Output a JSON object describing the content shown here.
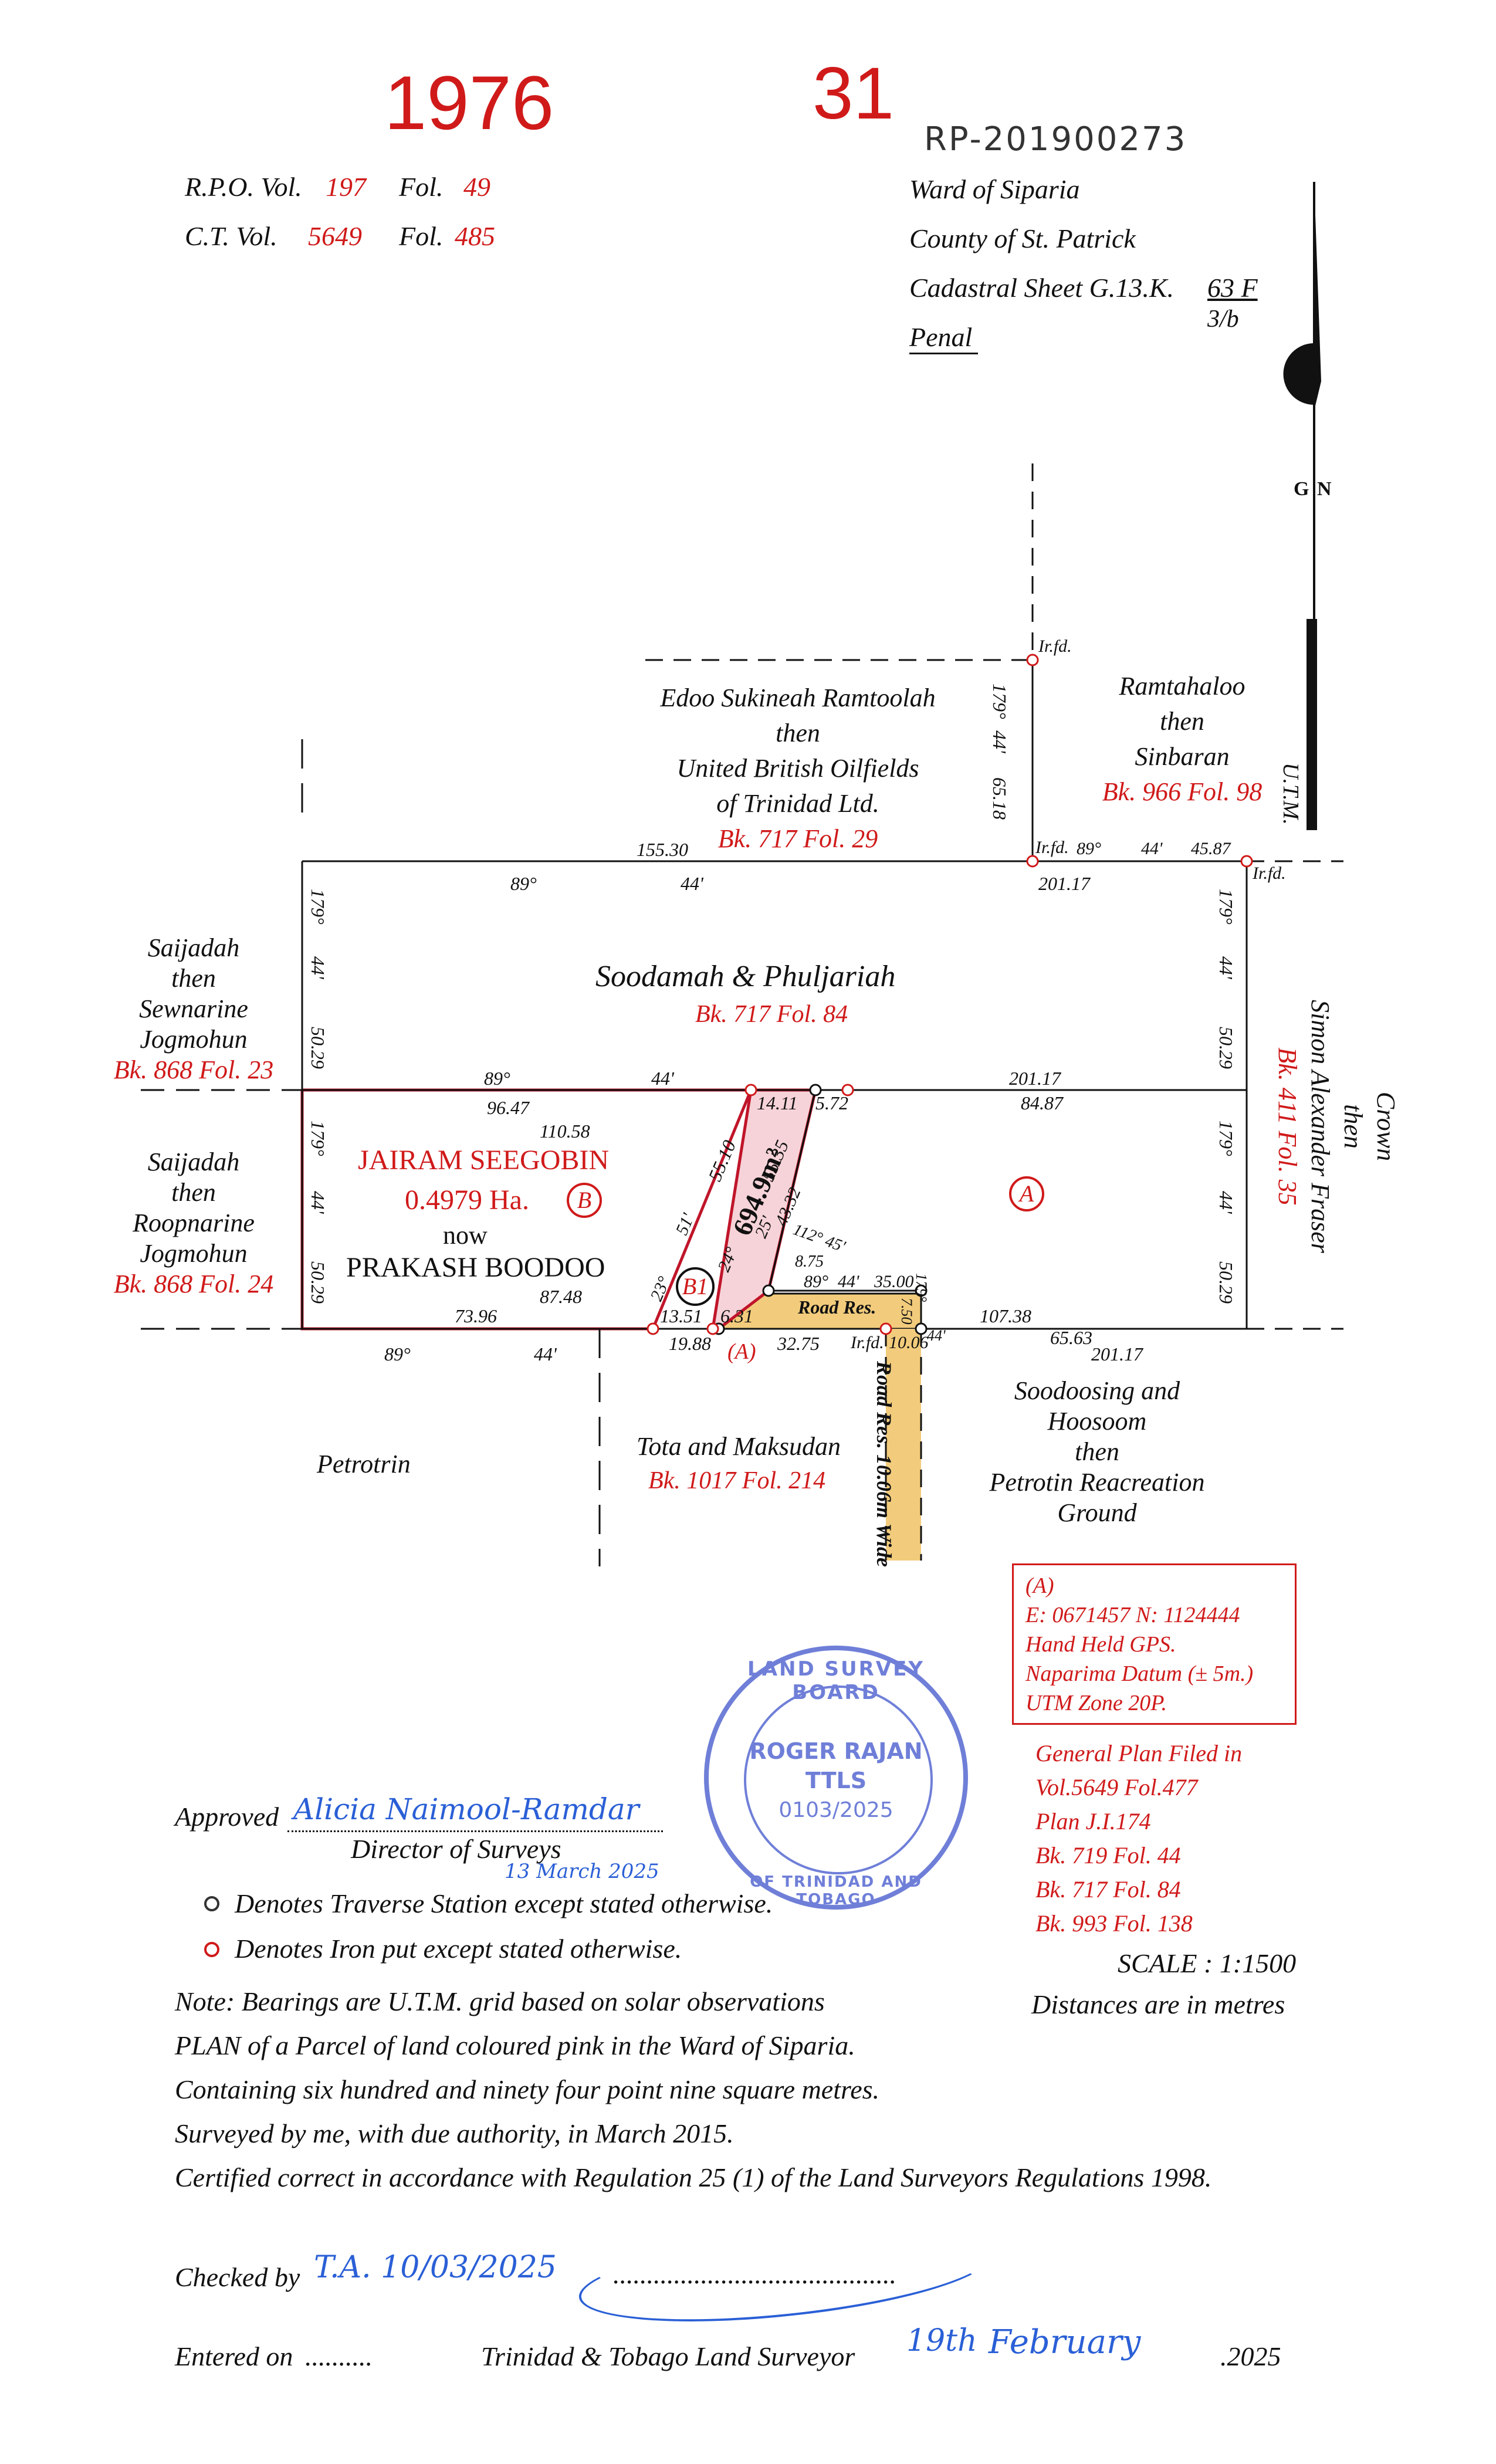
{
  "stamp_top": {
    "number_left": "1976",
    "number_right": "31",
    "handwritten_ref": "RP-201900273"
  },
  "header_left": {
    "rpo_label": "R.P.O. Vol.",
    "rpo_vol": "197",
    "rpo_fol_label": "Fol.",
    "rpo_fol": "49",
    "ct_label": "C.T. Vol.",
    "ct_vol": "5649",
    "ct_fol_label": "Fol.",
    "ct_fol": "485"
  },
  "header_right": {
    "ward": "Ward of Siparia",
    "county": "County of St. Patrick",
    "sheet_label": "Cadastral Sheet G.13.K.",
    "sheet_num": "63 F",
    "sheet_sub": "3/b",
    "place": "Penal"
  },
  "north": {
    "gn": "G",
    "n": "N",
    "utm": "U.T.M."
  },
  "owners": {
    "north": [
      "Edoo Sukineah Ramtoolah",
      "then",
      "United British Oilfields",
      "of Trinidad Ltd."
    ],
    "north_ref": "Bk. 717 Fol. 29",
    "ne": [
      "Ramtahaloo",
      "then",
      "Sinbaran"
    ],
    "ne_ref": "Bk. 966 Fol. 98",
    "w1": [
      "Saijadah",
      "then",
      "Sewnarine",
      "Jogmohun"
    ],
    "w1_ref": "Bk. 868 Fol. 23",
    "w2": [
      "Saijadah",
      "then",
      "Roopnarine",
      "Jogmohun"
    ],
    "w2_ref": "Bk. 868 Fol. 24",
    "east": [
      "Crown",
      "then",
      "Simon Alexander Fraser"
    ],
    "east_ref": "Bk. 411 Fol. 35",
    "middle": "Soodamah  &  Phuljariah",
    "middle_ref": "Bk. 717 Fol. 84",
    "jairam": "JAIRAM SEEGOBIN",
    "jairam_area": "0.4979 Ha.",
    "now": "now",
    "prakash": "PRAKASH BOODOO",
    "petrotrin": "Petrotrin",
    "tota": "Tota and Maksudan",
    "tota_ref": "Bk. 1017 Fol. 214",
    "se": [
      "Soodoosing and",
      "Hoosoom",
      "then",
      "Petrotin Reacreation",
      "Ground"
    ]
  },
  "parcel_labels": {
    "a": "A",
    "b": "B",
    "b1": "B1",
    "a_paren": "(A)",
    "area": "694.9m²",
    "road_res": "Road Res.",
    "road_res_wide": "Road Res. 10.06m Wide",
    "irfd": "Ir.fd."
  },
  "dims": {
    "d155_30": "155.30",
    "b89": "89°",
    "m44": "44'",
    "b179": "179°",
    "d201_17": "201.17",
    "d45_87": "45.87",
    "d65_18": "65.18",
    "d50_29": "50.29",
    "d96_47": "96.47",
    "d110_58": "110.58",
    "d84_87": "84.87",
    "d14_11": "14.11",
    "d5_72": "5.72",
    "d55_10": "55.10",
    "d55_35": "55.35",
    "d43_32": "43.32",
    "d51": "51'",
    "d24": "24°",
    "d25": "25'",
    "d112_45": "112° 45'",
    "d8_75": "8.75",
    "d23": "23°",
    "d87_48": "87.48",
    "d73_96": "73.96",
    "d13_51": "13.51",
    "d6_31": "6.31",
    "d35_00": "35.00",
    "d7_50": "7.50",
    "d107_38": "107.38",
    "d19_88": "19.88",
    "d32_75": "32.75",
    "d10_06": "10.06",
    "d65_63": "65.63"
  },
  "gps_box": [
    "(A)",
    "E: 0671457   N: 1124444",
    "Hand Held GPS.",
    "Naparima Datum (± 5m.)",
    "UTM  Zone 20P."
  ],
  "general_plan": [
    "General Plan Filed in",
    "Vol.5649 Fol.477",
    "Plan J.I.174",
    "Bk. 719 Fol. 44",
    "Bk. 717 Fol. 84",
    "Bk. 993 Fol. 138"
  ],
  "seal": {
    "ring_top": "LAND SURVEY BOARD",
    "ring_bottom": "OF TRINIDAD AND TOBAGO",
    "name": "ROGER RAJAN",
    "ttls": "TTLS",
    "num": "0103/2025"
  },
  "approval": {
    "approved": "Approved",
    "signature": "Alicia Naimool-Ramdar",
    "director": "Director of Surveys",
    "date": "13 March 2025"
  },
  "legend": {
    "traverse": "Denotes Traverse Station except stated otherwise.",
    "iron": "Denotes Iron put except stated otherwise."
  },
  "scale": {
    "scale": "SCALE : 1:1500",
    "units": "Distances are in metres"
  },
  "notes": [
    "Note: Bearings are U.T.M. grid based on solar observations",
    "PLAN of a Parcel of land coloured pink in the Ward of Siparia.",
    "Containing six hundred and ninety four point nine square metres.",
    "Surveyed by me, with due authority, in March 2015.",
    "Certified correct in accordance with Regulation 25 (1) of the Land Surveyors Regulations 1998."
  ],
  "footer": {
    "checked_by": "Checked by",
    "checked_sig": "T.A. 10/03/2025",
    "dots1": "..........................................",
    "entered_on": "Entered on",
    "dots2": "..........",
    "surveyor": "Trinidad & Tobago  Land Surveyor",
    "day": "19th",
    "month": "February",
    "year": ".2025"
  },
  "colors": {
    "ink": "#111111",
    "red": "#d01a1a",
    "pink_fill": "#f6d3d8",
    "road_fill": "#f2cc7c",
    "blue_ink": "#2a5fd6"
  }
}
